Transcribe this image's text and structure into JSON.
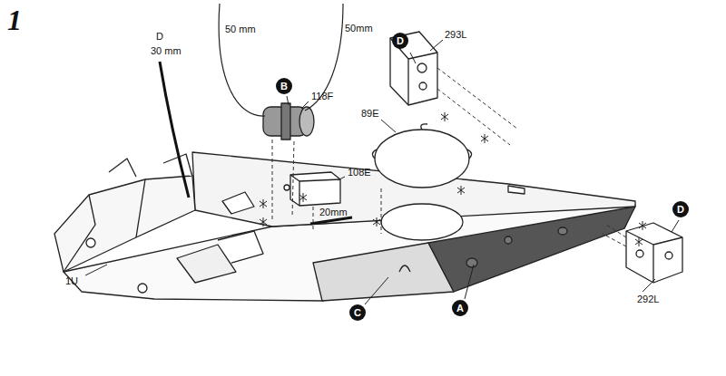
{
  "diagram": {
    "title": "1",
    "nodes": [
      {
        "text": [
          "D"
        ]
      },
      {
        "text": [
          "B"
        ]
      },
      {
        "text": [
          "D"
        ]
      },
      {
        "text": [
          "C"
        ]
      },
      {
        "text": [
          "A"
        ]
      }
    ],
    "labels": [
      "D",
      "30 mm",
      "50 mm",
      "50mm",
      "118F",
      "293L",
      "89E",
      "108E",
      "20mm",
      "1U",
      "292L"
    ]
  }
}
